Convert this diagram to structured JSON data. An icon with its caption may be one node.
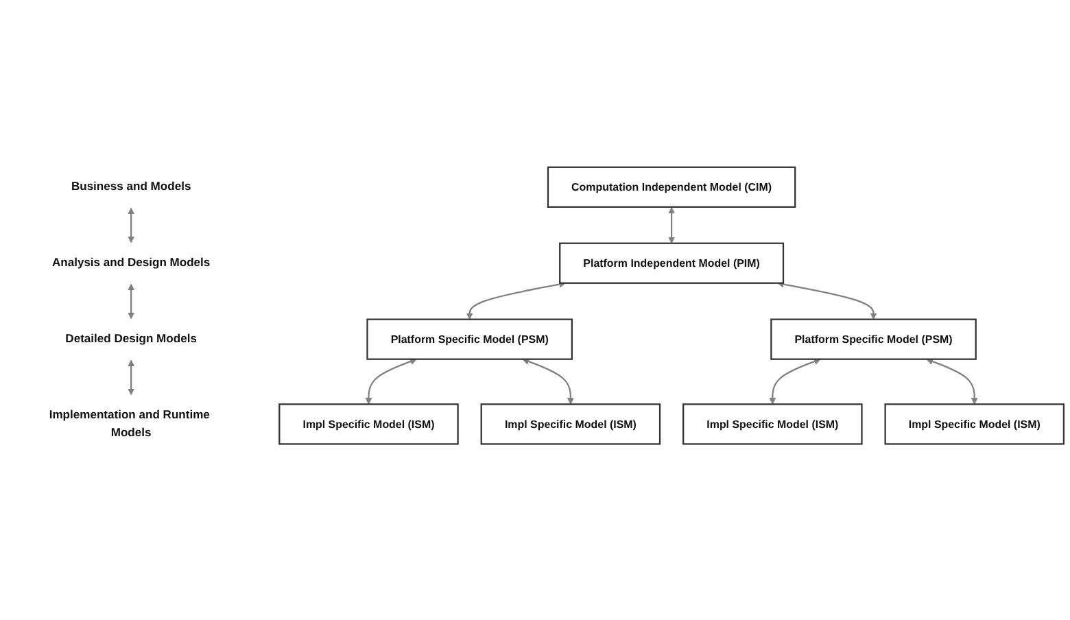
{
  "diagram": {
    "nodes": [
      {
        "text": [
          "Business and Models"
        ]
      },
      {
        "text": [
          "Analysis and Design Models"
        ]
      },
      {
        "text": [
          "Detailed Design Models"
        ]
      },
      {
        "text": [
          "Implementation and Runtime Models"
        ]
      },
      {
        "text": [
          "Computation Independent Model (CIM)"
        ]
      },
      {
        "text": [
          "Platform Independent Model (PIM)"
        ]
      },
      {
        "text": [
          "Platform Specific Model (PSM)"
        ]
      },
      {
        "text": [
          "Platform Specific Model (PSM)"
        ]
      },
      {
        "text": [
          "Impl Specific Model (ISM)"
        ]
      },
      {
        "text": [
          "Impl Specific Model (ISM)"
        ]
      },
      {
        "text": [
          "Impl Specific Model (ISM)"
        ]
      },
      {
        "text": [
          "Impl Specific Model (ISM)"
        ]
      }
    ],
    "edges": [
      {
        "from": 0,
        "to": 1,
        "arrow": "both"
      },
      {
        "from": 1,
        "to": 2,
        "arrow": "both"
      },
      {
        "from": 2,
        "to": 3,
        "arrow": "both"
      },
      {
        "from": 4,
        "to": 5,
        "arrow": "both"
      },
      {
        "from": 5,
        "to": 6,
        "arrow": "both"
      },
      {
        "from": 5,
        "to": 7,
        "arrow": "both"
      },
      {
        "from": 6,
        "to": 8,
        "arrow": "both"
      },
      {
        "from": 6,
        "to": 9,
        "arrow": "both"
      },
      {
        "from": 7,
        "to": 10,
        "arrow": "both"
      },
      {
        "from": 7,
        "to": 11,
        "arrow": "both"
      }
    ]
  }
}
